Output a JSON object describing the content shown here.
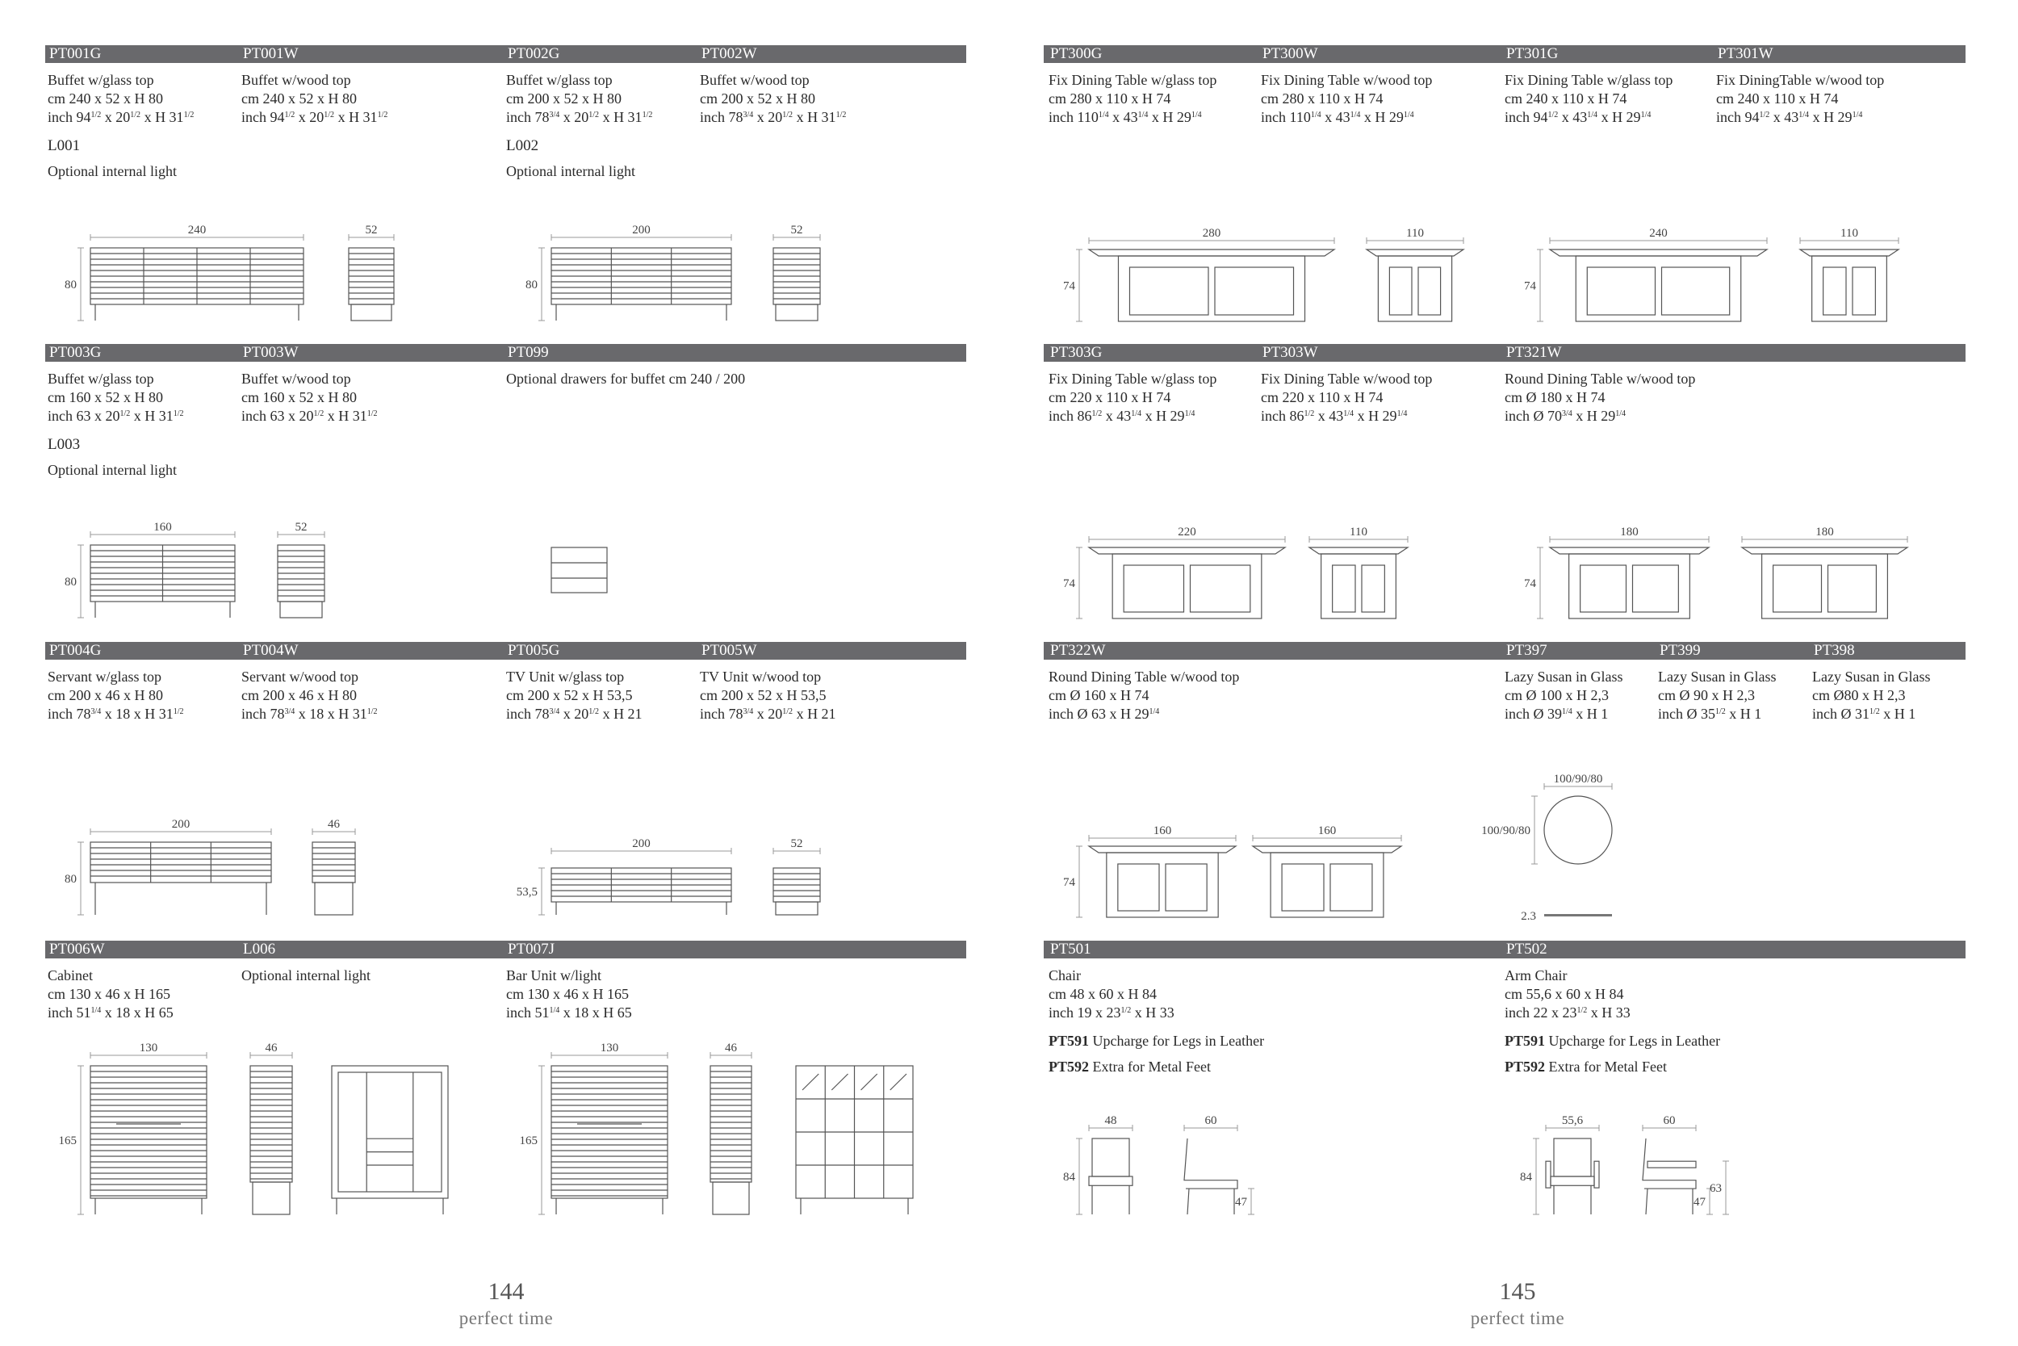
{
  "pages": [
    {
      "number": "144",
      "footer": "perfect time",
      "sections": [
        {
          "items": [
            {
              "code": "PT001G",
              "lines": [
                "Buffet w/glass top",
                "cm 240 x 52 x H 80",
                "inch 94 1/2 x 20 1/2 x H 31 1/2"
              ],
              "note": {
                "label": "L001",
                "text": "Optional internal light"
              }
            },
            {
              "code": "PT001W",
              "lines": [
                "Buffet w/wood top",
                "cm 240 x 52 x H 80",
                "inch 94 1/2 x 20 1/2 x H 31 1/2"
              ]
            },
            {
              "code": "PT002G",
              "lines": [
                "Buffet w/glass top",
                "cm 200 x 52 x H 80",
                "inch 78 3/4 x 20 1/2 x H 31 1/2"
              ],
              "note": {
                "label": "L002",
                "text": "Optional internal light"
              }
            },
            {
              "code": "PT002W",
              "lines": [
                "Buffet w/wood top",
                "cm 200 x 52 x H 80",
                "inch 78 3/4 x 20 1/2 x H 31 1/2"
              ]
            }
          ],
          "dims": [
            "240",
            "52",
            "80",
            "200",
            "52",
            "80"
          ]
        },
        {
          "items": [
            {
              "code": "PT003G",
              "lines": [
                "Buffet w/glass top",
                "cm 160 x 52 x H 80",
                "inch 63 x 20 1/2 x H 31 1/2"
              ],
              "note": {
                "label": "L003",
                "text": "Optional internal light"
              }
            },
            {
              "code": "PT003W",
              "lines": [
                "Buffet w/wood top",
                "cm 160 x 52 x H 80",
                "inch 63 x 20 1/2 x H 31 1/2"
              ]
            },
            {
              "code": "PT099",
              "lines": [
                "Optional drawers for buffet cm 240 / 200"
              ]
            }
          ],
          "dims": [
            "160",
            "52",
            "80"
          ]
        },
        {
          "items": [
            {
              "code": "PT004G",
              "lines": [
                "Servant w/glass top",
                "cm 200 x 46 x H 80",
                "inch 78 3/4 x 18 x H 31 1/2"
              ]
            },
            {
              "code": "PT004W",
              "lines": [
                "Servant w/wood top",
                "cm 200 x 46 x H 80",
                "inch 78 3/4 x 18 x H 31 1/2"
              ]
            },
            {
              "code": "PT005G",
              "lines": [
                "TV Unit w/glass top",
                "cm 200 x 52 x H 53,5",
                "inch 78 3/4 x 20 1/2 x H 21"
              ]
            },
            {
              "code": "PT005W",
              "lines": [
                "TV Unit w/wood top",
                "cm 200 x 52 x H 53,5",
                "inch 78 3/4 x 20 1/2 x H 21"
              ]
            }
          ],
          "dims": [
            "200",
            "46",
            "80",
            "200",
            "52",
            "53,5"
          ]
        },
        {
          "items": [
            {
              "code": "PT006W",
              "lines": [
                "Cabinet",
                "cm 130 x 46 x H 165",
                "inch 51 1/4 x 18 x H 65"
              ]
            },
            {
              "code": "L006",
              "lines": [
                "Optional internal light"
              ]
            },
            {
              "code": "PT007J",
              "lines": [
                "Bar Unit w/light",
                "cm 130 x 46 x H 165",
                "inch 51 1/4 x 18 x H 65"
              ]
            }
          ],
          "dims": [
            "130",
            "46",
            "165",
            "130",
            "46",
            "165"
          ]
        }
      ]
    },
    {
      "number": "145",
      "footer": "perfect time",
      "sections": [
        {
          "items": [
            {
              "code": "PT300G",
              "lines": [
                "Fix Dining Table w/glass top",
                "cm 280 x 110 x H 74",
                "inch 110 1/4 x 43 1/4 x H 29 1/4"
              ]
            },
            {
              "code": "PT300W",
              "lines": [
                "Fix Dining Table w/wood top",
                "cm 280 x 110 x H 74",
                "inch 110 1/4 x 43 1/4 x H 29 1/4"
              ]
            },
            {
              "code": "PT301G",
              "lines": [
                "Fix Dining Table w/glass top",
                "cm 240 x 110 x H 74",
                "inch 94 1/2 x 43 1/4 x H 29 1/4"
              ]
            },
            {
              "code": "PT301W",
              "lines": [
                "Fix DiningTable w/wood top",
                "cm 240 x 110 x H 74",
                "inch 94 1/2 x 43 1/4 x H 29 1/4"
              ]
            }
          ],
          "dims": [
            "280",
            "110",
            "74",
            "240",
            "110",
            "74"
          ]
        },
        {
          "items": [
            {
              "code": "PT303G",
              "lines": [
                "Fix Dining Table w/glass top",
                "cm 220 x 110 x H 74",
                "inch 86 1/2 x 43 1/4 x H 29 1/4"
              ]
            },
            {
              "code": "PT303W",
              "lines": [
                "Fix Dining Table w/wood top",
                "cm 220 x 110 x H 74",
                "inch 86 1/2 x 43 1/4 x H 29 1/4"
              ]
            },
            {
              "code": "PT321W",
              "lines": [
                "Round Dining Table w/wood top",
                "cm Ø 180 x H 74",
                "inch Ø 70 3/4 x H 29 1/4"
              ]
            }
          ],
          "dims": [
            "220",
            "110",
            "74",
            "180",
            "180",
            "74"
          ]
        },
        {
          "items": [
            {
              "code": "PT322W",
              "lines": [
                "Round Dining Table w/wood top",
                "cm Ø 160 x H 74",
                "inch Ø 63 x H 29 1/4"
              ]
            },
            {
              "code": "PT397",
              "lines": [
                "Lazy Susan in Glass",
                "cm  Ø 100 x H 2,3",
                "inch Ø 39 1/4 x H 1"
              ]
            },
            {
              "code": "PT399",
              "lines": [
                "Lazy Susan in Glass",
                "cm  Ø 90 x H 2,3",
                "inch Ø 35 1/2 x H 1"
              ]
            },
            {
              "code": "PT398",
              "lines": [
                "Lazy Susan in Glass",
                "cm Ø80 x H 2,3",
                "inch Ø 31 1/2 x H 1"
              ]
            }
          ],
          "dims": [
            "160",
            "160",
            "74",
            "100/90/80",
            "100/90/80",
            "2.3"
          ]
        },
        {
          "items": [
            {
              "code": "PT501",
              "lines": [
                "Chair",
                "cm  48 x 60 x H 84",
                "inch 19 x 23 1/2 x H 33"
              ],
              "extras": [
                {
                  "code": "PT591",
                  "text": "Upcharge for Legs in Leather"
                },
                {
                  "code": "PT592",
                  "text": "Extra for Metal Feet"
                }
              ]
            },
            {
              "code": "PT502",
              "lines": [
                "Arm Chair",
                "cm  55,6 x 60 x H 84",
                "inch 22 x 23 1/2 x H 33"
              ],
              "extras": [
                {
                  "code": "PT591",
                  "text": "Upcharge for Legs in Leather"
                },
                {
                  "code": "PT592",
                  "text": "Extra for Metal Feet"
                }
              ]
            }
          ],
          "dims": [
            "48",
            "84",
            "60",
            "47",
            "55,6",
            "84",
            "60",
            "47",
            "63"
          ]
        }
      ]
    }
  ]
}
